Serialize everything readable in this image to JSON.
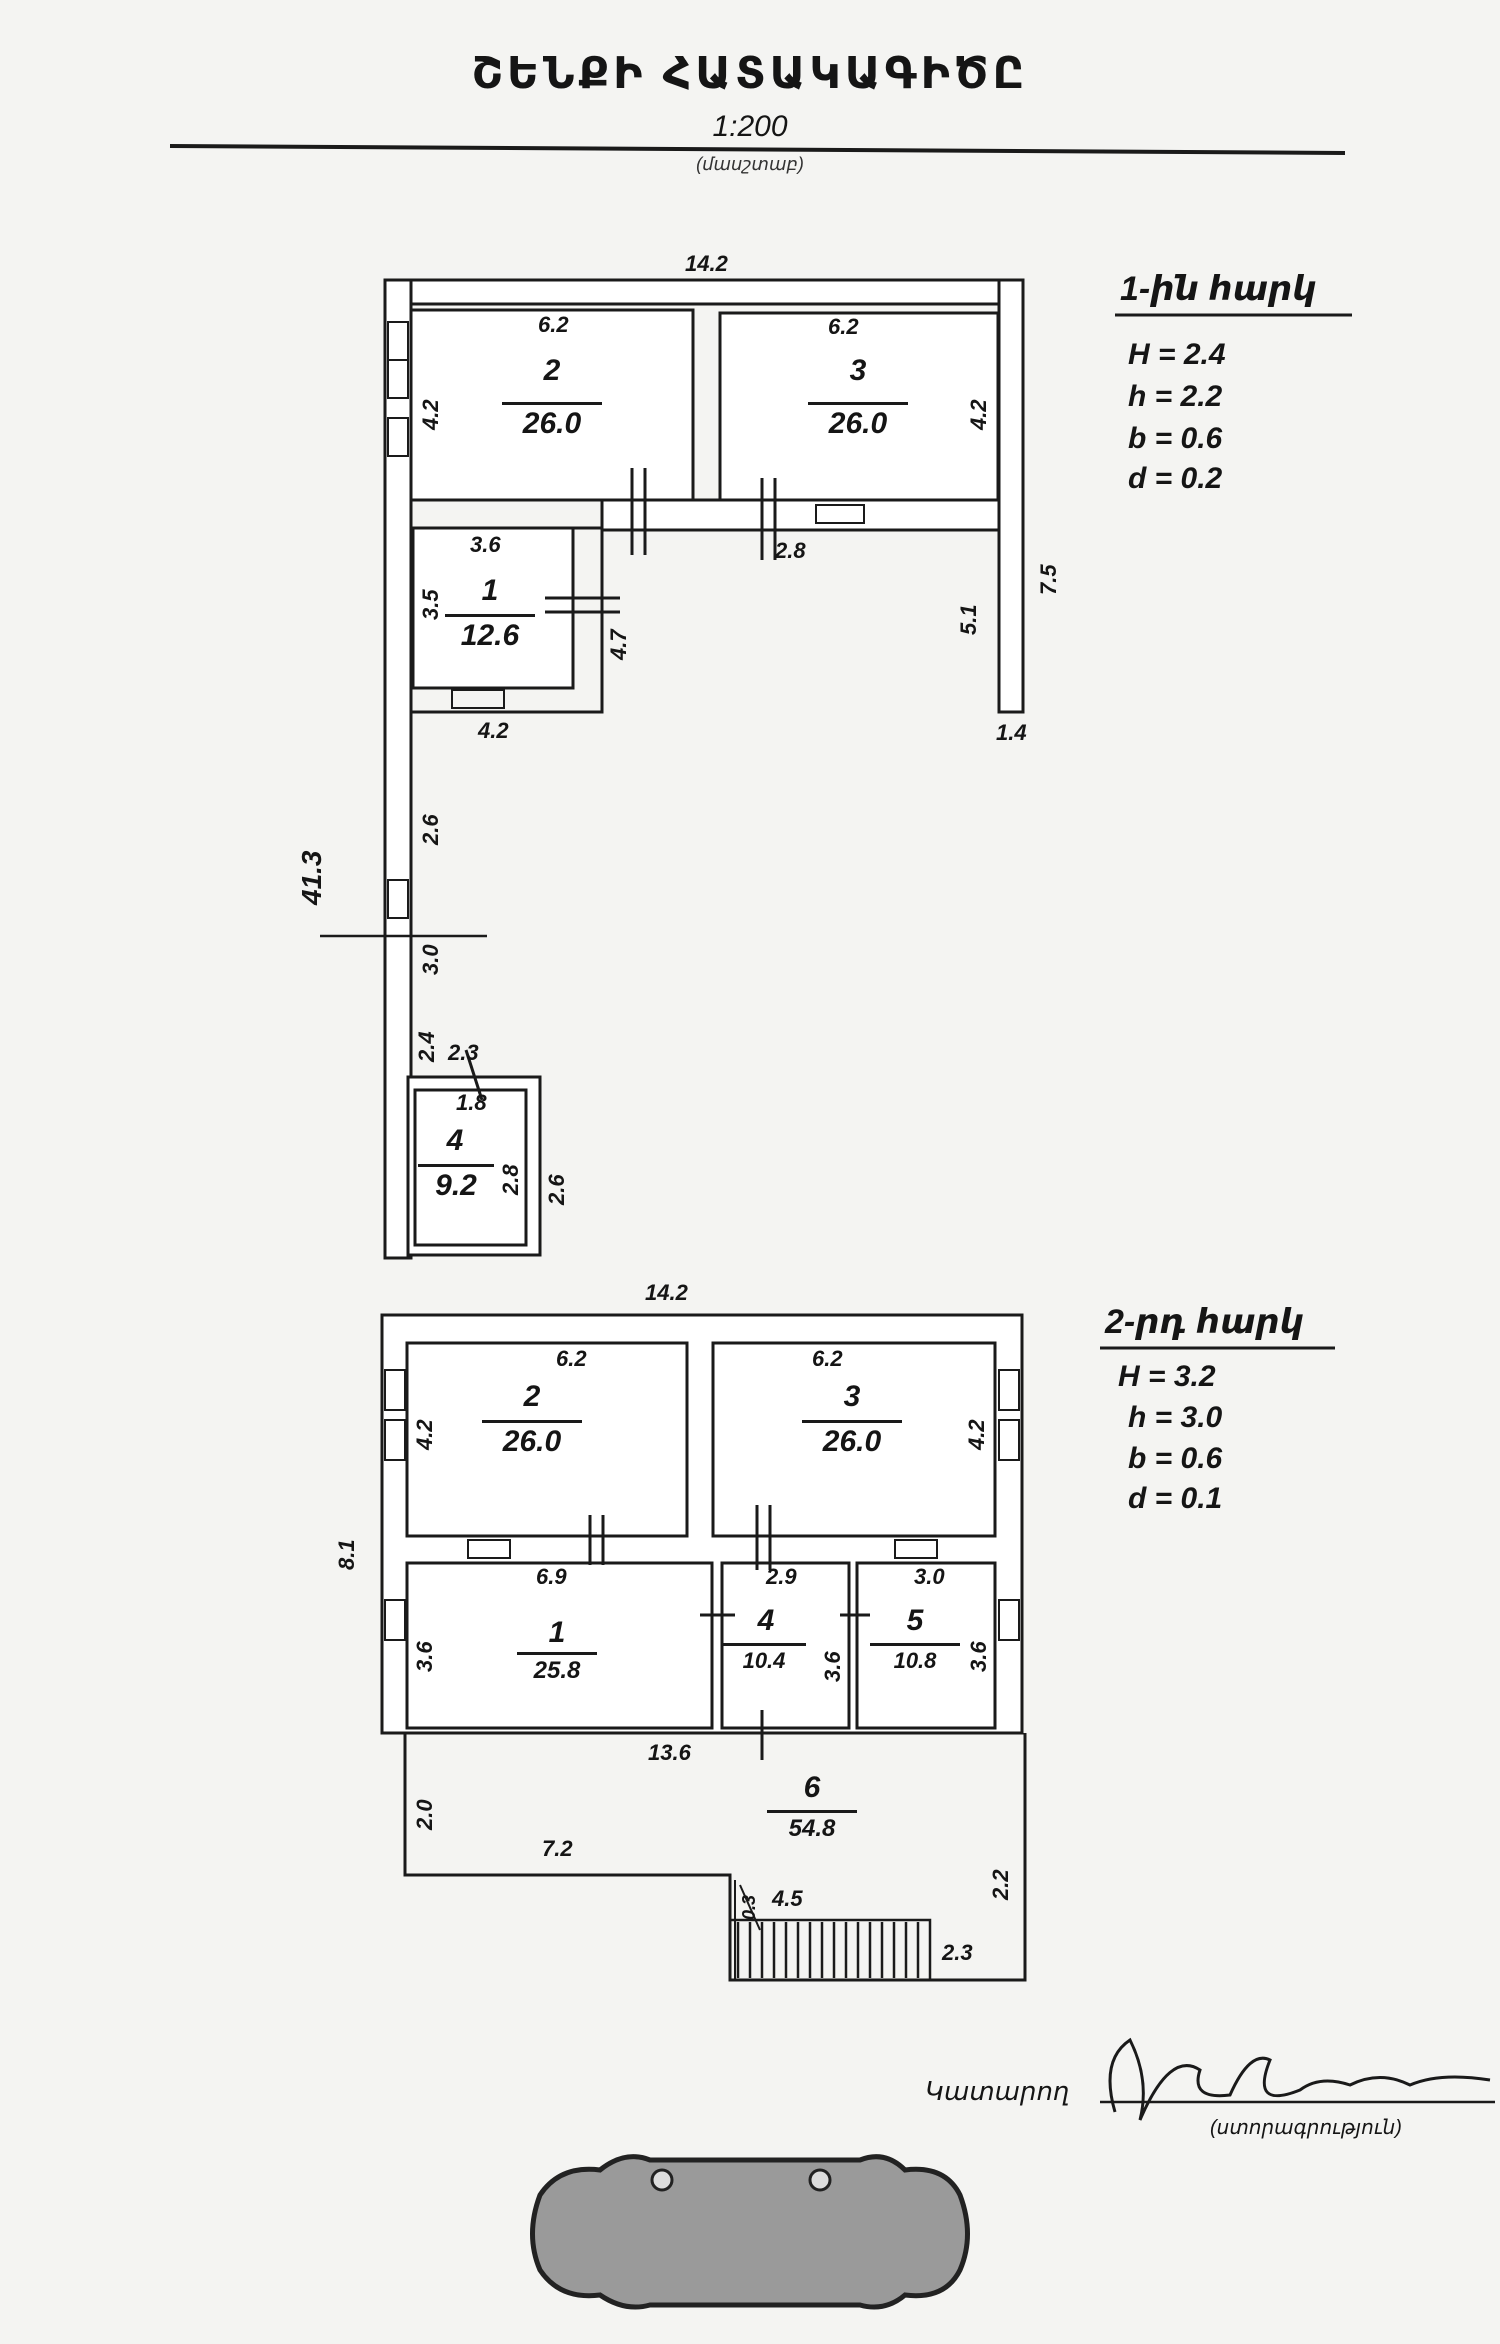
{
  "title": "ՇԵՆՔԻ ՀԱՏԱԿԱԳԻԾԸ",
  "scale": "1:200",
  "scale_caption": "(մասշտաբ)",
  "floor1": {
    "header": "1-ին հարկ",
    "params": [
      "H = 2.4",
      "h = 2.2",
      "b = 0.6",
      "d = 0.2"
    ],
    "rooms": [
      {
        "num": "2",
        "area": "26.0"
      },
      {
        "num": "3",
        "area": "26.0"
      },
      {
        "num": "1",
        "area": "12.6"
      },
      {
        "num": "4",
        "area": "9.2"
      }
    ],
    "dims": {
      "top": "14.2",
      "r2_w": "6.2",
      "r3_w": "6.2",
      "r2_h": "4.2",
      "r3_h": "4.2",
      "r1_w": "3.6",
      "r1_h": "3.5",
      "r1_side": "4.7",
      "r1_bottom": "4.2",
      "corr": "2.8",
      "right_inner": "5.1",
      "right_outer": "7.5",
      "right_end": "1.4",
      "left_total": "41.3",
      "left_a": "2.6",
      "left_b": "3.0",
      "r4_top": "2.3",
      "r4_w": "1.8",
      "r4_h": "2.8",
      "r4_out": "2.6",
      "r4_left": "2.4"
    }
  },
  "floor2": {
    "header": "2-րդ հարկ",
    "params": [
      "H = 3.2",
      "h = 3.0",
      "b = 0.6",
      "d = 0.1"
    ],
    "rooms": [
      {
        "num": "2",
        "area": "26.0"
      },
      {
        "num": "3",
        "area": "26.0"
      },
      {
        "num": "1",
        "area": "25.8"
      },
      {
        "num": "4",
        "area": "10.4"
      },
      {
        "num": "5",
        "area": "10.8"
      },
      {
        "num": "6",
        "area": "54.8"
      }
    ],
    "dims": {
      "top": "14.2",
      "r2_w": "6.2",
      "r3_w": "6.2",
      "r2_h": "4.2",
      "r3_h": "4.2",
      "left_total": "8.1",
      "r1_w": "6.9",
      "r1_h": "3.6",
      "r4_w": "2.9",
      "r4_h": "3.6",
      "r5_w": "3.0",
      "r5_h": "3.6",
      "bottom": "13.6",
      "r6_left": "2.0",
      "r6_bottom": "7.2",
      "r6_right": "2.2",
      "stair_w": "4.5",
      "stair_h": "2.3",
      "stair_end": "0.3"
    }
  },
  "executor_label": "Կատարող",
  "executor_caption": "(ստորագրություն)"
}
